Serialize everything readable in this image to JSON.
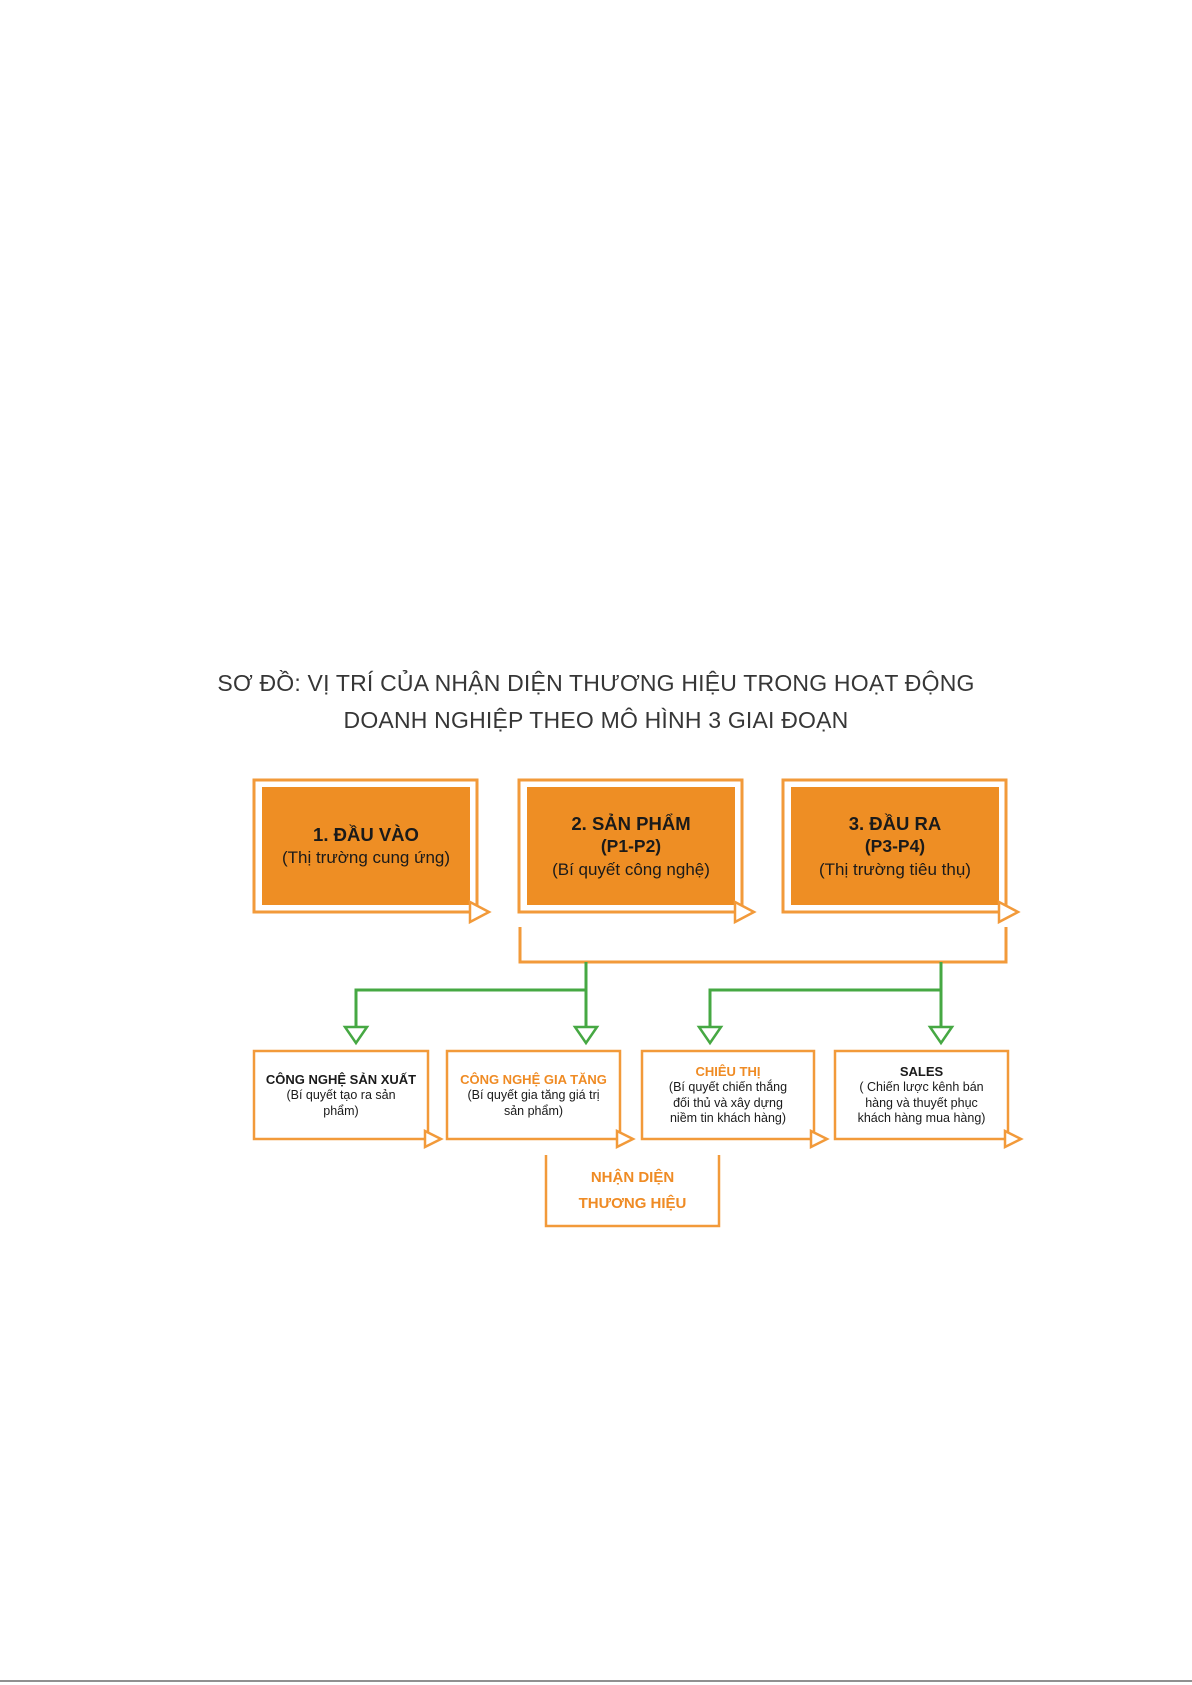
{
  "title": {
    "line1": "SƠ ĐỒ: VỊ TRÍ CỦA NHẬN DIỆN THƯƠNG HIỆU TRONG HOẠT ĐỘNG",
    "line2": "DOANH NGHIỆP THEO MÔ HÌNH 3 GIAI ĐOẠN"
  },
  "stages": [
    {
      "heading": "1. ĐẦU VÀO",
      "subtitle": "(Thị trường cung ứng)"
    },
    {
      "heading": "2. SẢN PHẨM",
      "code": "(P1-P2)",
      "subtitle": "(Bí quyết công nghệ)"
    },
    {
      "heading": "3. ĐẦU RA",
      "code": "(P3-P4)",
      "subtitle": "(Thị trường tiêu thụ)"
    }
  ],
  "activities": [
    {
      "heading": "CÔNG NGHỆ SẢN XUẤT",
      "lines": [
        "(Bí quyết tạo ra sản",
        "phẩm)"
      ]
    },
    {
      "heading": "CÔNG NGHỆ GIA TĂNG",
      "lines": [
        "(Bí quyết gia tăng giá trị",
        "sản phẩm)"
      ]
    },
    {
      "heading": "CHIÊU THỊ",
      "lines": [
        "(Bí quyết chiến thắng",
        "đối thủ và xây dựng",
        "niềm tin khách hàng)"
      ]
    },
    {
      "heading": "SALES",
      "lines": [
        "( Chiến lược kênh bán",
        "hàng và thuyết phục",
        "khách hàng mua hàng)"
      ]
    }
  ],
  "brand_identity": {
    "line1": "NHẬN DIỆN",
    "line2": "THƯƠNG HIỆU"
  },
  "colors": {
    "orange_fill": "#EE8E24",
    "orange_line": "#F29A3A",
    "orange_text": "#EF8B24",
    "green": "#46A843",
    "title_text": "#363636",
    "body_text": "#1A1A1A"
  }
}
